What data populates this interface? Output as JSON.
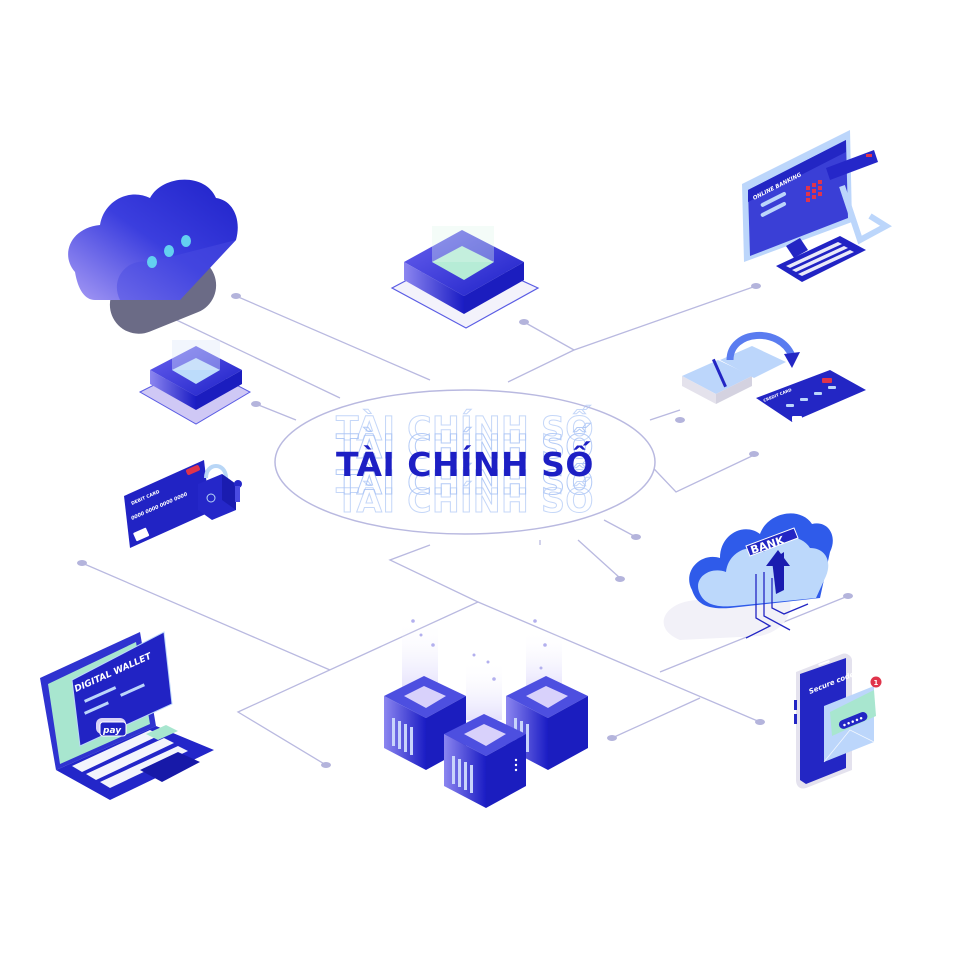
{
  "diagram": {
    "title": "TÀI CHÍNH SỐ",
    "title_color": "#1d1fc4",
    "ghost_color": "#a7c2f5",
    "line_color": "#b9b9e0",
    "accent_colors": {
      "primary_blue": "#1e22c8",
      "light_blue": "#bcd6fb",
      "mint": "#a8e6cf",
      "red": "#e0344b",
      "lavender": "#c9c3f3"
    }
  },
  "nodes": [
    {
      "id": "chat-cloud",
      "label": "Chat cloud",
      "icon": "cloud-chat-icon"
    },
    {
      "id": "chip-top",
      "label": "Chip platform",
      "icon": "chip-icon"
    },
    {
      "id": "chip-left",
      "label": "Chip platform small",
      "icon": "chip-icon"
    },
    {
      "id": "debit-card-lock",
      "label": "DEBIT CARD",
      "card_numbers": [
        "0000",
        "0000",
        "0000",
        "0000"
      ],
      "icon": "padlock-icon"
    },
    {
      "id": "digital-wallet",
      "label": "DIGITAL WALLET",
      "button_label": "pay",
      "icon": "laptop-icon"
    },
    {
      "id": "servers",
      "label": "Servers",
      "icon": "server-icon"
    },
    {
      "id": "online-banking",
      "label": "ONLINE BANKING",
      "icon": "monitor-icon"
    },
    {
      "id": "money-to-card",
      "label": "CREDIT CARD",
      "icon": "money-transfer-icon"
    },
    {
      "id": "bank-cloud",
      "label": "BANK",
      "icon": "cloud-upload-icon"
    },
    {
      "id": "secure-code",
      "label": "Secure code",
      "badge_count": "1",
      "code_mask": "•••••",
      "icon": "smartphone-icon"
    }
  ]
}
